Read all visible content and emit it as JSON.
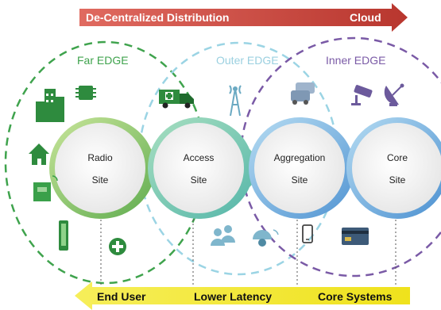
{
  "top_arrow": {
    "left_label": "De-Centralized Distribution",
    "right_label": "Cloud",
    "color": "#c9423a"
  },
  "zones": {
    "far": {
      "label": "Far EDGE",
      "color": "#3fa34d"
    },
    "outer": {
      "label": "Outer EDGE",
      "color": "#8fd0e0"
    },
    "inner": {
      "label": "Inner EDGE",
      "color": "#7a5aa6"
    }
  },
  "sites": [
    {
      "line1": "Radio",
      "line2": "Site"
    },
    {
      "line1": "Access",
      "line2": "Site"
    },
    {
      "line1": "Aggregation",
      "line2": "Site"
    },
    {
      "line1": "Core",
      "line2": "Site"
    }
  ],
  "bottom_arrow": {
    "labels": [
      "End User",
      "Lower Latency",
      "Core Systems"
    ],
    "color": "#f3ea2a"
  },
  "icons": [
    "office-buildings-icon",
    "microchip-icon",
    "home-icon",
    "smart-meter-icon",
    "tablet-icon",
    "medical-cross-icon",
    "ambulance-icon",
    "cell-tower-icon",
    "vehicles-icon",
    "cctv-camera-icon",
    "satellite-dish-icon",
    "users-icon",
    "security-camera-icon",
    "smartphone-icon",
    "payment-card-icon"
  ]
}
